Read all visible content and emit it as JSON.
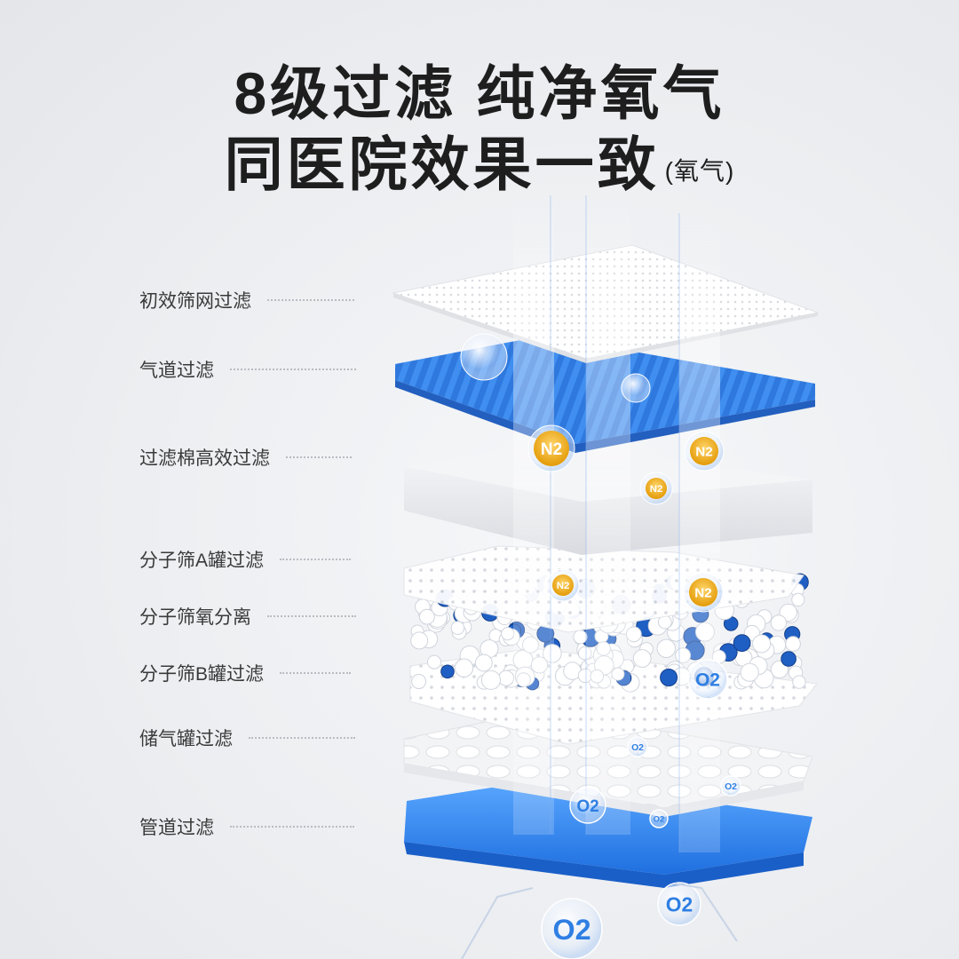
{
  "headline": {
    "line1": "8级过滤  纯净氧气",
    "line2": "同医院效果一致",
    "line2_note": "(氧气)"
  },
  "layers": [
    {
      "label": "初效筛网过滤"
    },
    {
      "label": "气道过滤"
    },
    {
      "label": "过滤棉高效过滤"
    },
    {
      "label": "分子筛A罐过滤"
    },
    {
      "label": "分子筛氧分离"
    },
    {
      "label": "分子筛B罐过滤"
    },
    {
      "label": "储气罐过滤"
    },
    {
      "label": "管道过滤"
    }
  ],
  "molecules": {
    "nitrogen": "N2",
    "oxygen": "O2"
  },
  "colors": {
    "accent_blue": "#2f7fe3",
    "nitrogen_gold": "#e8a50a",
    "text_dark": "#1e1e1e"
  }
}
